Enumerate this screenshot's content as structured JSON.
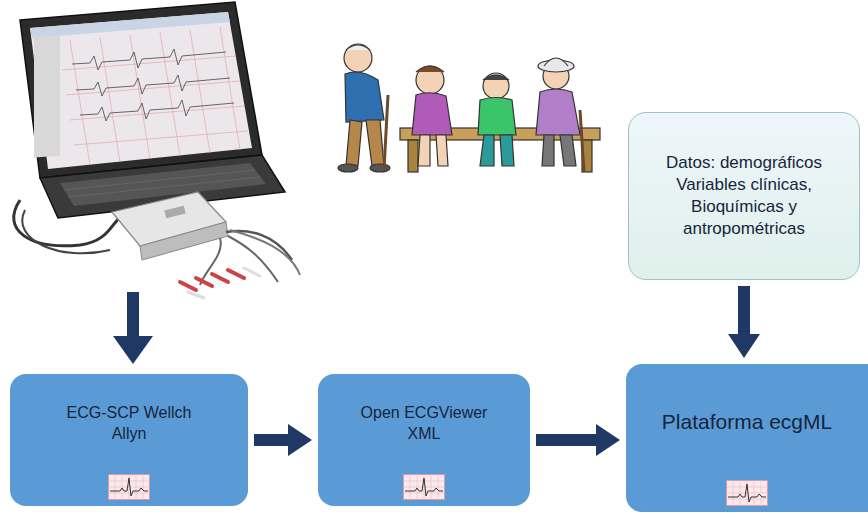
{
  "diagram": {
    "nodes": [
      {
        "text": [
          "ECG-SCP Wellch Allyn"
        ]
      },
      {
        "text": [
          "Open ECGViewer XML"
        ]
      },
      {
        "text": [
          "Plataforma ecgML"
        ]
      },
      {
        "text": [
          "Datos: demográficos Variables clínicas, Bioquímicas y antropométricas"
        ]
      }
    ],
    "edges": [
      {
        "from": 0,
        "to": 1,
        "arrow": "to"
      },
      {
        "from": 1,
        "to": 2,
        "arrow": "to"
      },
      {
        "from": 3,
        "to": 2,
        "arrow": "to"
      }
    ]
  }
}
